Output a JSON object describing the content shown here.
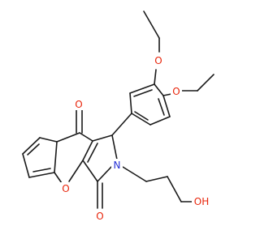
{
  "molecule": {
    "atoms": {
      "o_ethoxy_top": "O",
      "o_ethoxy_right": "O",
      "o_ketone": "O",
      "o_ring": "O",
      "o_lactam": "O",
      "n_ring": "N",
      "o_hydroxyl": "OH"
    }
  },
  "colors": {
    "bond": "#1a1a1a",
    "oxygen": "#e8250b",
    "nitrogen": "#2530d6"
  }
}
